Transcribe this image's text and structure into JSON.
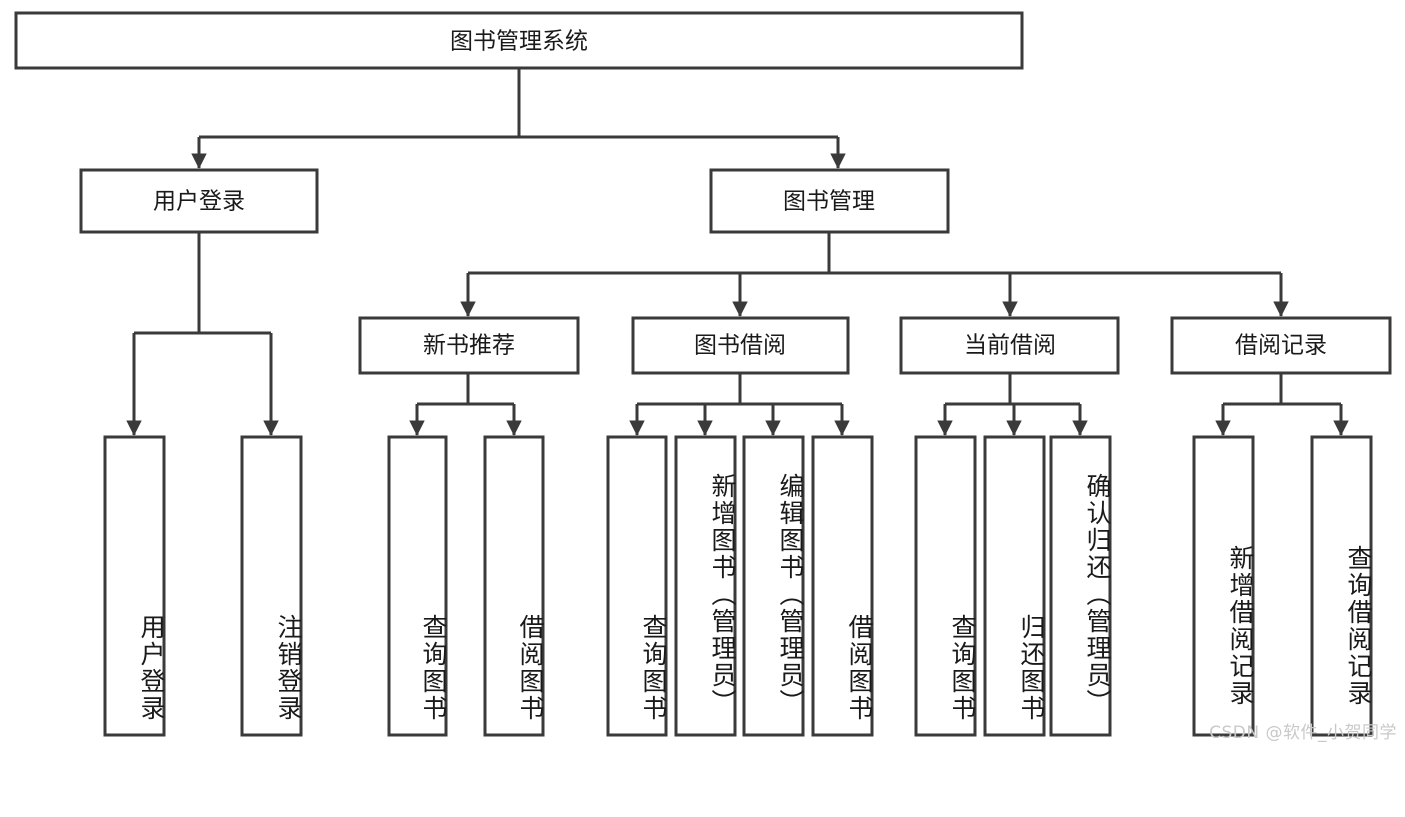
{
  "diagram": {
    "type": "tree-hierarchy",
    "title": "图书管理系统",
    "background_color": "#ffffff",
    "line_color": "#3a3a3a",
    "box_fill": "#ffffff",
    "text_color": "#1a1a1a",
    "root": {
      "id": "root",
      "label": "图书管理系统",
      "orientation": "horizontal"
    },
    "level1": [
      {
        "id": "user-login",
        "label": "用户登录",
        "orientation": "horizontal"
      },
      {
        "id": "book-management",
        "label": "图书管理",
        "orientation": "horizontal"
      }
    ],
    "level2": [
      {
        "id": "new-book-recommend",
        "label": "新书推荐",
        "orientation": "horizontal",
        "parent": "book-management"
      },
      {
        "id": "book-borrow",
        "label": "图书借阅",
        "orientation": "horizontal",
        "parent": "book-management"
      },
      {
        "id": "current-borrow",
        "label": "当前借阅",
        "orientation": "horizontal",
        "parent": "book-management"
      },
      {
        "id": "borrow-record",
        "label": "借阅记录",
        "orientation": "horizontal",
        "parent": "book-management"
      }
    ],
    "leaves": [
      {
        "id": "leaf-user-login",
        "label": "用户登录",
        "orientation": "vertical",
        "parent": "user-login"
      },
      {
        "id": "leaf-logout-login",
        "label": "注销登录",
        "orientation": "vertical",
        "parent": "user-login"
      },
      {
        "id": "leaf-query-book-1",
        "label": "查询图书",
        "orientation": "vertical",
        "parent": "new-book-recommend"
      },
      {
        "id": "leaf-borrow-book-1",
        "label": "借阅图书",
        "orientation": "vertical",
        "parent": "new-book-recommend"
      },
      {
        "id": "leaf-query-book-2",
        "label": "查询图书",
        "orientation": "vertical",
        "parent": "book-borrow"
      },
      {
        "id": "leaf-add-book",
        "label": "新增图书（管理员）",
        "orientation": "vertical",
        "parent": "book-borrow"
      },
      {
        "id": "leaf-edit-book",
        "label": "编辑图书（管理员）",
        "orientation": "vertical",
        "parent": "book-borrow"
      },
      {
        "id": "leaf-borrow-book-2",
        "label": "借阅图书",
        "orientation": "vertical",
        "parent": "book-borrow"
      },
      {
        "id": "leaf-query-book-3",
        "label": "查询图书",
        "orientation": "vertical",
        "parent": "current-borrow"
      },
      {
        "id": "leaf-return-book",
        "label": "归还图书",
        "orientation": "vertical",
        "parent": "current-borrow"
      },
      {
        "id": "leaf-confirm-return",
        "label": "确认归还（管理员）",
        "orientation": "vertical",
        "parent": "current-borrow"
      },
      {
        "id": "leaf-add-record",
        "label": "新增借阅记录",
        "orientation": "vertical",
        "parent": "borrow-record"
      },
      {
        "id": "leaf-query-record",
        "label": "查询借阅记录",
        "orientation": "vertical",
        "parent": "borrow-record"
      }
    ]
  },
  "watermark": {
    "text": "CSDN @软件_小贺同学"
  }
}
